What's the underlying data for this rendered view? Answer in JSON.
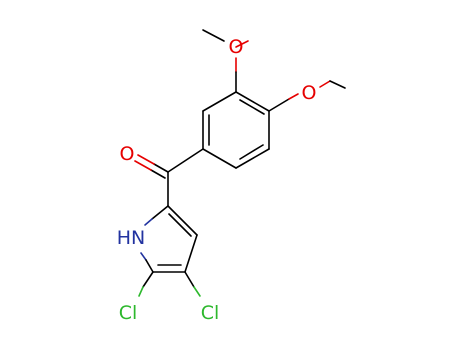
{
  "molecule": {
    "colors": {
      "carbon": "#000000",
      "oxygen": "#e60000",
      "nitrogen": "#2233a0",
      "chlorine": "#2db82d"
    },
    "atoms": [
      {
        "id": "o_meta",
        "element": "O",
        "label": "O",
        "color_key": "oxygen"
      },
      {
        "id": "o_para",
        "element": "O",
        "label": "O",
        "color_key": "oxygen"
      },
      {
        "id": "o_carbonyl",
        "element": "O",
        "label": "O",
        "color_key": "oxygen"
      },
      {
        "id": "n_pyrrole",
        "element": "N",
        "label": "HN",
        "color_key": "nitrogen"
      },
      {
        "id": "cl_5",
        "element": "Cl",
        "label": "Cl",
        "color_key": "chlorine"
      },
      {
        "id": "cl_4",
        "element": "Cl",
        "label": "Cl",
        "color_key": "chlorine"
      }
    ]
  }
}
